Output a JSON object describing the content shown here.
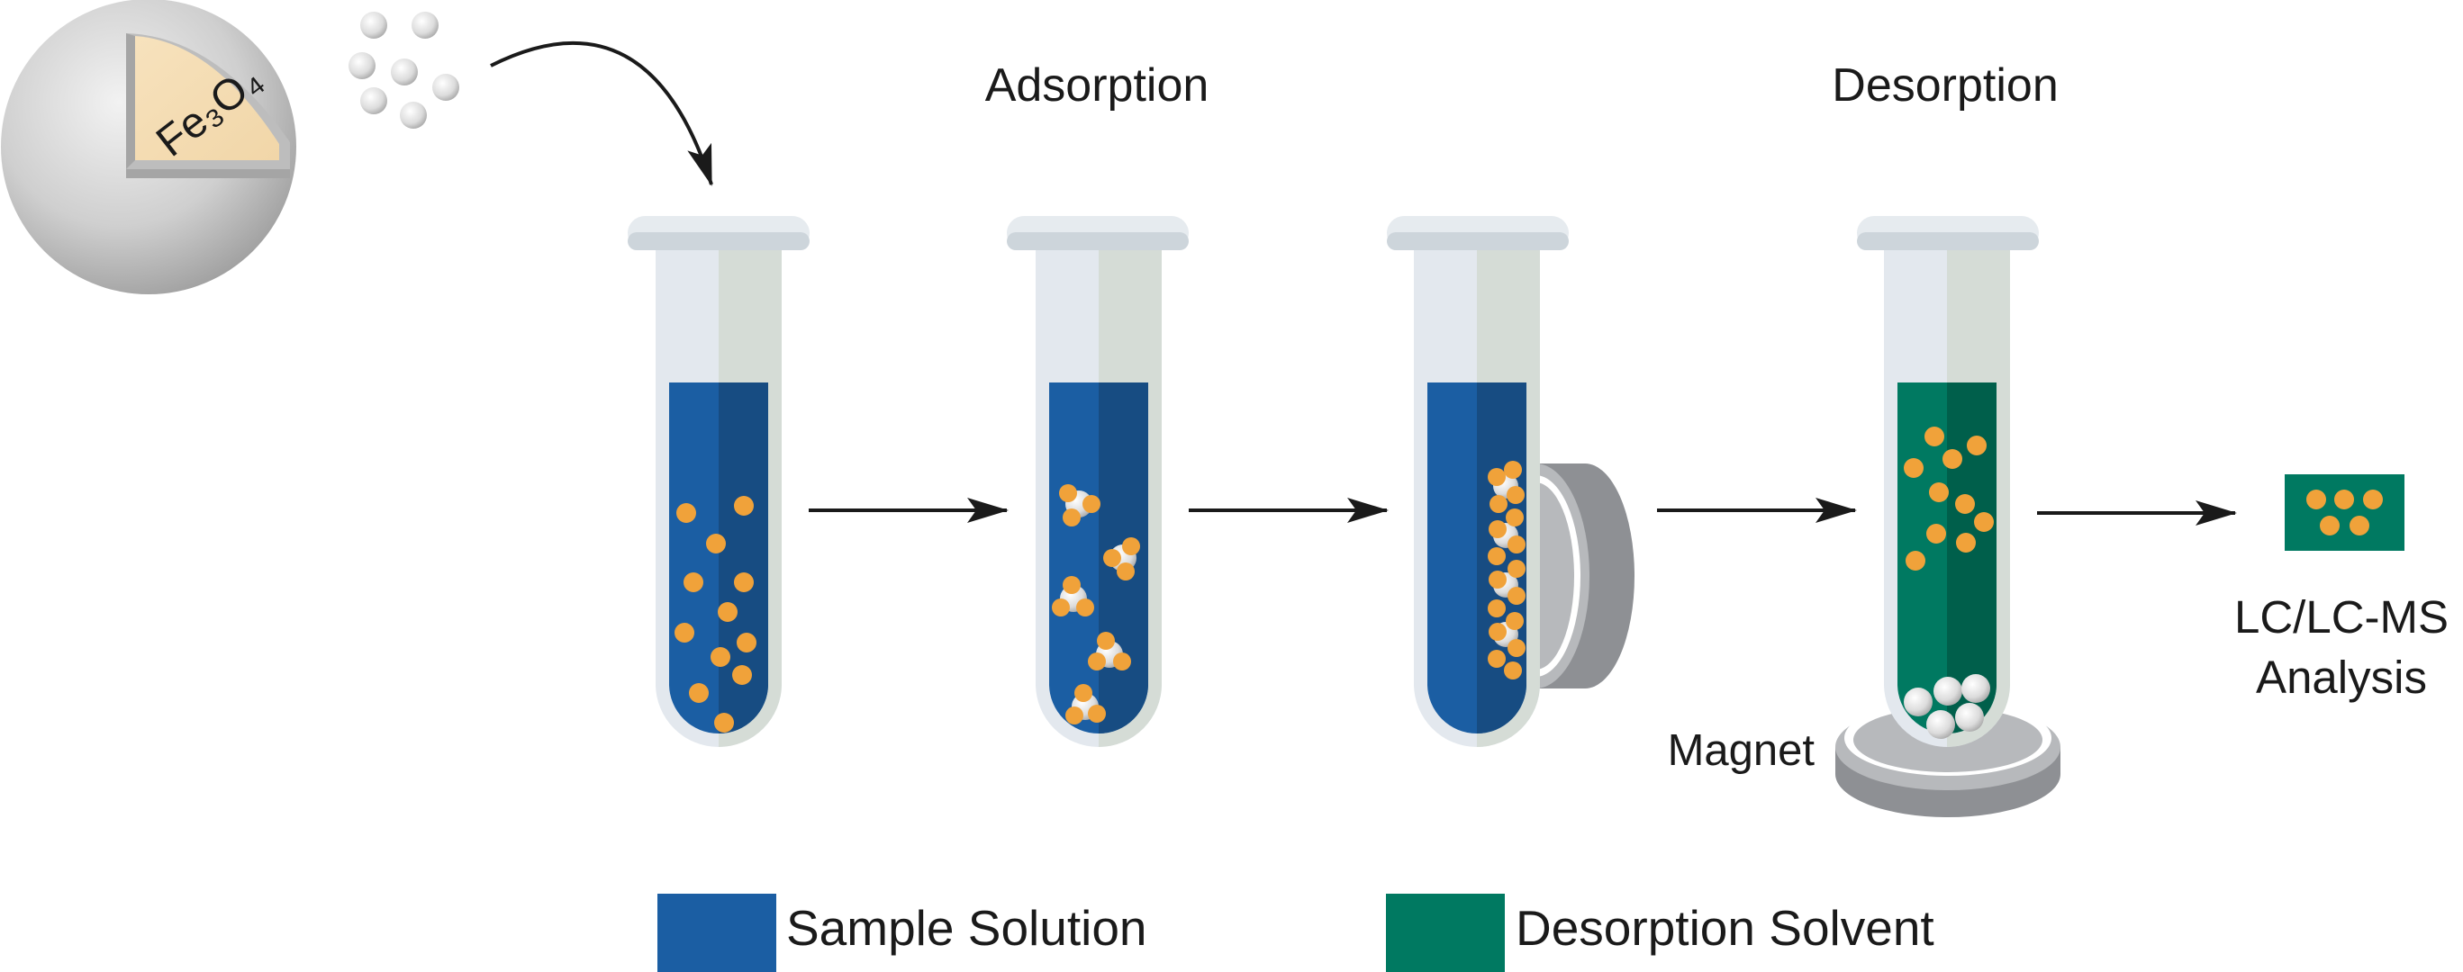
{
  "labels": {
    "particle_core": "Fe₃O₄",
    "stage_adsorption": "Adsorption",
    "stage_desorption": "Desorption",
    "magnet": "Magnet",
    "analysis_line1": "LC/LC-MS",
    "analysis_line2": "Analysis"
  },
  "legend": [
    {
      "label": "Sample Solution",
      "color": "#1b5ea3"
    },
    {
      "label": "Desorption Solvent",
      "color": "#007961"
    }
  ],
  "colors": {
    "sample_solution": "#1b5ea3",
    "desorption_solvent": "#007961",
    "analyte": "#f0a23a",
    "nanoparticle": "#e6e6e6",
    "magnet": "#b7b9bc",
    "arrow": "#1a1a1a"
  }
}
